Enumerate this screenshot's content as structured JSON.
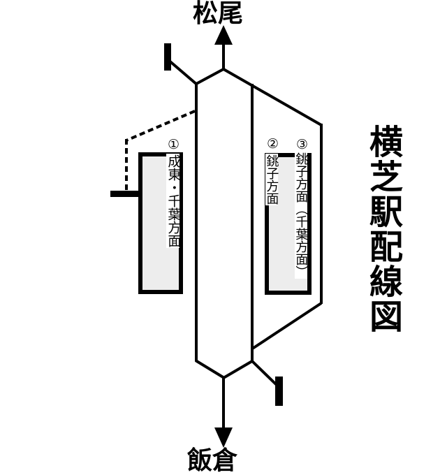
{
  "diagram_title": "横芝駅配線図",
  "stations": {
    "up": "松尾",
    "down": "飯倉"
  },
  "platforms": {
    "p1": {
      "number": "①",
      "label": "成東・千葉方面"
    },
    "p2": {
      "number": "②",
      "label": "銚子方面"
    },
    "p3": {
      "number": "③",
      "label": "銚子方面（千葉方面）"
    }
  },
  "colors": {
    "line": "#000000",
    "platform_fill": "#ededed",
    "label_background": "#ffffff",
    "page_background": "#ffffff"
  }
}
